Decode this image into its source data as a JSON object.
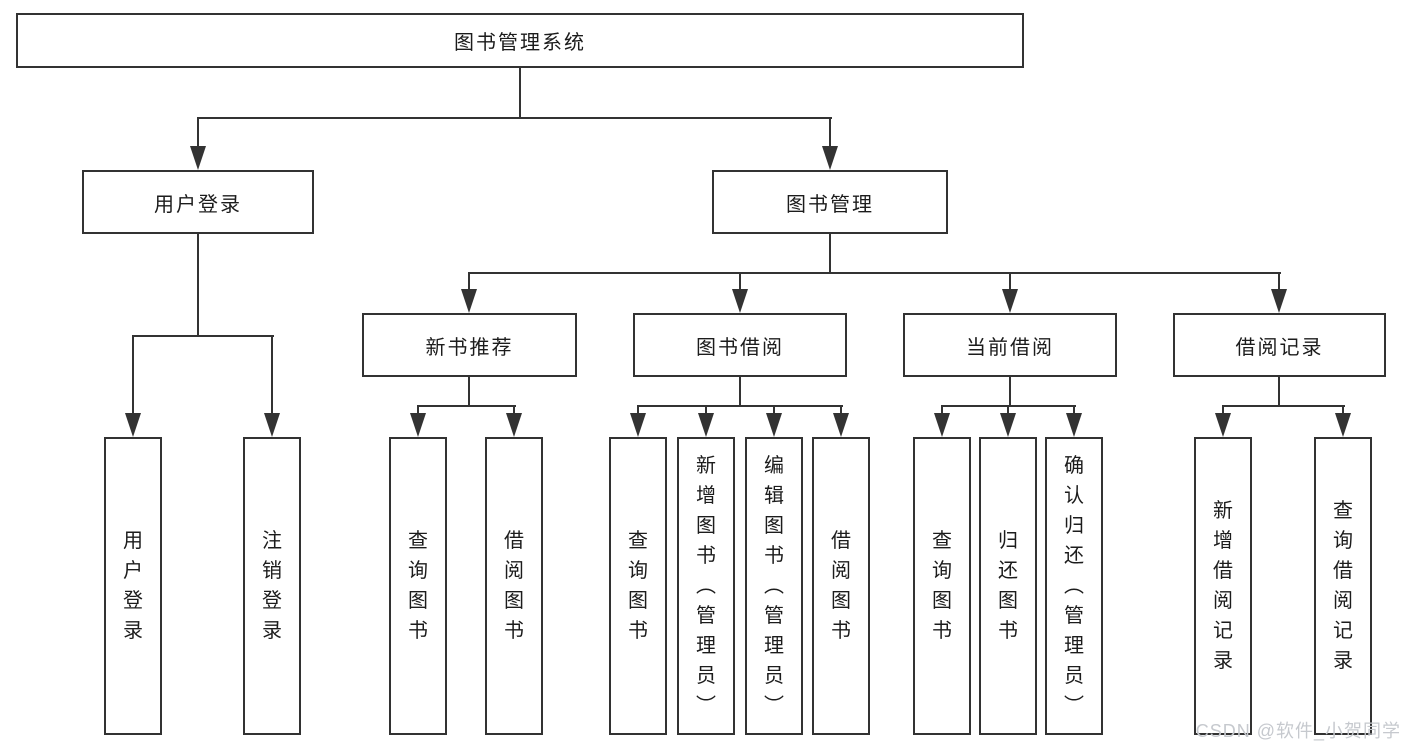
{
  "diagram": {
    "title": "图书管理系统",
    "type": "hierarchy-tree",
    "colors": {
      "line": "#333333",
      "box_border": "#323232",
      "text": "#1c1c1c",
      "watermark": "#c6c9ce"
    },
    "tree": {
      "label": "图书管理系统",
      "children": [
        {
          "label": "用户登录",
          "children": [
            {
              "label": "用户登录"
            },
            {
              "label": "注销登录"
            }
          ]
        },
        {
          "label": "图书管理",
          "children": [
            {
              "label": "新书推荐",
              "children": [
                {
                  "label": "查询图书"
                },
                {
                  "label": "借阅图书"
                }
              ]
            },
            {
              "label": "图书借阅",
              "children": [
                {
                  "label": "查询图书"
                },
                {
                  "label": "新增图书（管理员）"
                },
                {
                  "label": "编辑图书（管理员）"
                },
                {
                  "label": "借阅图书"
                }
              ]
            },
            {
              "label": "当前借阅",
              "children": [
                {
                  "label": "查询图书"
                },
                {
                  "label": "归还图书"
                },
                {
                  "label": "确认归还（管理员）"
                }
              ]
            },
            {
              "label": "借阅记录",
              "children": [
                {
                  "label": "新增借阅记录"
                },
                {
                  "label": "查询借阅记录"
                }
              ]
            }
          ]
        }
      ]
    },
    "watermark": {
      "text": "CSDN @软件_小贺同学"
    }
  }
}
